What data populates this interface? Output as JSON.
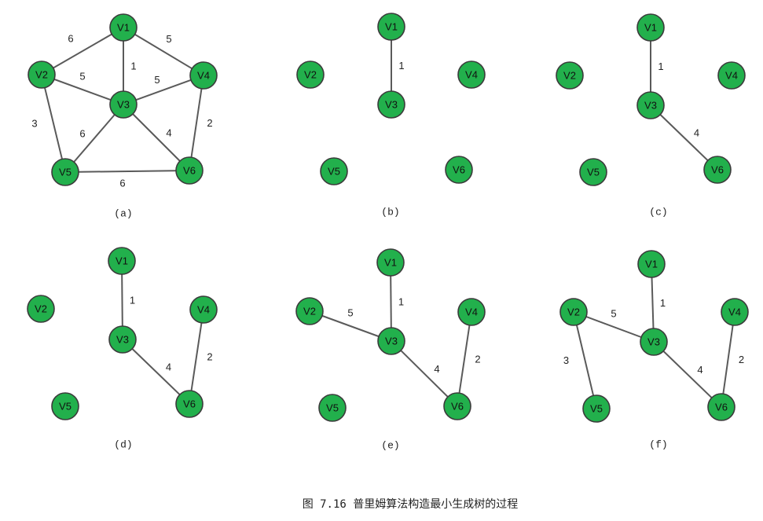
{
  "figure": {
    "caption": "图 7.16 普里姆算法构造最小生成树的过程",
    "colors": {
      "node_fill": "#22b04c",
      "node_stroke": "#3b3b3b",
      "edge": "#5a5a5a"
    },
    "panels": [
      {
        "id": "a",
        "caption": "(a)",
        "nodes": [
          "V1",
          "V2",
          "V3",
          "V4",
          "V5",
          "V6"
        ],
        "edges": [
          {
            "from": "V1",
            "to": "V2",
            "weight": "6"
          },
          {
            "from": "V1",
            "to": "V4",
            "weight": "5"
          },
          {
            "from": "V1",
            "to": "V3",
            "weight": "1"
          },
          {
            "from": "V2",
            "to": "V3",
            "weight": "5"
          },
          {
            "from": "V3",
            "to": "V4",
            "weight": "5"
          },
          {
            "from": "V2",
            "to": "V5",
            "weight": "3"
          },
          {
            "from": "V3",
            "to": "V5",
            "weight": "6"
          },
          {
            "from": "V3",
            "to": "V6",
            "weight": "4"
          },
          {
            "from": "V4",
            "to": "V6",
            "weight": "2"
          },
          {
            "from": "V5",
            "to": "V6",
            "weight": "6"
          }
        ]
      },
      {
        "id": "b",
        "caption": "(b)",
        "nodes": [
          "V1",
          "V2",
          "V3",
          "V4",
          "V5",
          "V6"
        ],
        "edges": [
          {
            "from": "V1",
            "to": "V3",
            "weight": "1"
          }
        ]
      },
      {
        "id": "c",
        "caption": "(c)",
        "nodes": [
          "V1",
          "V2",
          "V3",
          "V4",
          "V5",
          "V6"
        ],
        "edges": [
          {
            "from": "V1",
            "to": "V3",
            "weight": "1"
          },
          {
            "from": "V3",
            "to": "V6",
            "weight": "4"
          }
        ]
      },
      {
        "id": "d",
        "caption": "(d)",
        "nodes": [
          "V1",
          "V2",
          "V3",
          "V4",
          "V5",
          "V6"
        ],
        "edges": [
          {
            "from": "V1",
            "to": "V3",
            "weight": "1"
          },
          {
            "from": "V3",
            "to": "V6",
            "weight": "4"
          },
          {
            "from": "V4",
            "to": "V6",
            "weight": "2"
          }
        ]
      },
      {
        "id": "e",
        "caption": "(e)",
        "nodes": [
          "V1",
          "V2",
          "V3",
          "V4",
          "V5",
          "V6"
        ],
        "edges": [
          {
            "from": "V1",
            "to": "V3",
            "weight": "1"
          },
          {
            "from": "V2",
            "to": "V3",
            "weight": "5"
          },
          {
            "from": "V3",
            "to": "V6",
            "weight": "4"
          },
          {
            "from": "V4",
            "to": "V6",
            "weight": "2"
          }
        ]
      },
      {
        "id": "f",
        "caption": "(f)",
        "nodes": [
          "V1",
          "V2",
          "V3",
          "V4",
          "V5",
          "V6"
        ],
        "edges": [
          {
            "from": "V1",
            "to": "V3",
            "weight": "1"
          },
          {
            "from": "V2",
            "to": "V3",
            "weight": "5"
          },
          {
            "from": "V2",
            "to": "V5",
            "weight": "3"
          },
          {
            "from": "V3",
            "to": "V6",
            "weight": "4"
          },
          {
            "from": "V4",
            "to": "V6",
            "weight": "2"
          }
        ]
      }
    ]
  }
}
